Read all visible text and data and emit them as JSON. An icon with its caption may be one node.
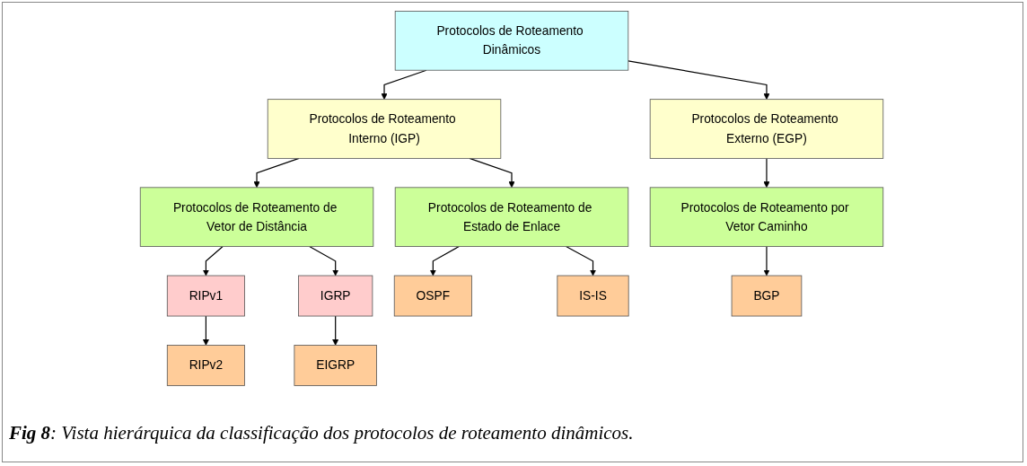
{
  "diagram": {
    "caption": "**Fig 8**: Vista hierárquica da classificação dos protocolos de roteamento dinâmicos.",
    "nodes": [
      {
        "text": [
          "Protocolos de Roteamento Dinâmicos"
        ]
      },
      {
        "text": [
          "Protocolos de Roteamento Interno (IGP)"
        ]
      },
      {
        "text": [
          "Protocolos de Roteamento Externo (EGP)"
        ]
      },
      {
        "text": [
          "Protocolos de Roteamento de Vetor de Distância"
        ]
      },
      {
        "text": [
          "Protocolos de Roteamento de Estado de Enlace"
        ]
      },
      {
        "text": [
          "Protocolos de Roteamento por Vetor Caminho"
        ]
      },
      {
        "text": [
          "RIPv1"
        ]
      },
      {
        "text": [
          "IGRP"
        ]
      },
      {
        "text": [
          "RIPv2"
        ]
      },
      {
        "text": [
          "EIGRP"
        ]
      },
      {
        "text": [
          "OSPF"
        ]
      },
      {
        "text": [
          "IS-IS"
        ]
      },
      {
        "text": [
          "BGP"
        ]
      }
    ],
    "edges": [
      {
        "from": 0,
        "to": 1,
        "arrow": "to"
      },
      {
        "from": 0,
        "to": 2,
        "arrow": "to"
      },
      {
        "from": 1,
        "to": 3,
        "arrow": "to"
      },
      {
        "from": 1,
        "to": 4,
        "arrow": "to"
      },
      {
        "from": 2,
        "to": 5,
        "arrow": "to"
      },
      {
        "from": 3,
        "to": 6,
        "arrow": "to"
      },
      {
        "from": 3,
        "to": 7,
        "arrow": "to"
      },
      {
        "from": 6,
        "to": 8,
        "arrow": "to"
      },
      {
        "from": 7,
        "to": 9,
        "arrow": "to"
      },
      {
        "from": 4,
        "to": 10,
        "arrow": "to"
      },
      {
        "from": 4,
        "to": 11,
        "arrow": "to"
      },
      {
        "from": 5,
        "to": 12,
        "arrow": "to"
      }
    ]
  }
}
